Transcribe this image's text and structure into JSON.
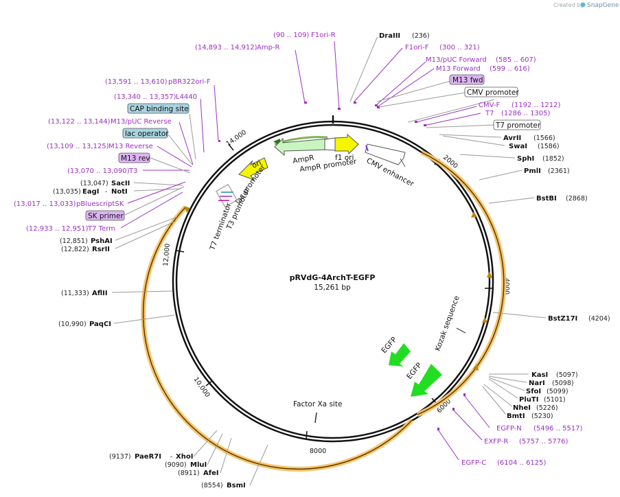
{
  "credit": "Created by",
  "brand": "SnapGene",
  "plasmid": {
    "name": "pRVdG-4ArchT-EGFP",
    "size": "15,261 bp"
  },
  "ticks": [
    "2000",
    "4000",
    "6000",
    "8000",
    "10,000",
    "12,000",
    "14,000"
  ],
  "enzymes_right": [
    {
      "name": "DraIII",
      "pos": "(236)"
    },
    {
      "name": "AvrII",
      "pos": "(1566)"
    },
    {
      "name": "SwaI",
      "pos": "(1586)"
    },
    {
      "name": "SphI",
      "pos": "(1852)"
    },
    {
      "name": "PmlI",
      "pos": "(2361)"
    },
    {
      "name": "BstBI",
      "pos": "(2868)"
    },
    {
      "name": "BstZ17I",
      "pos": "(4204)"
    },
    {
      "name": "KasI",
      "pos": "(5097)"
    },
    {
      "name": "NarI",
      "pos": "(5098)"
    },
    {
      "name": "SfoI",
      "pos": "(5099)"
    },
    {
      "name": "PluTI",
      "pos": "(5101)"
    },
    {
      "name": "NheI",
      "pos": "(5226)"
    },
    {
      "name": "BmtI",
      "pos": "(5230)"
    }
  ],
  "enzymes_left": [
    {
      "name": "SacII",
      "pos": "(13,047)"
    },
    {
      "name": "EagI",
      "sep": "-",
      "name2": "NotI",
      "pos": "(13,035)"
    },
    {
      "name": "PshAI",
      "pos": "(12,851)"
    },
    {
      "name": "RsrII",
      "pos": "(12,822)"
    },
    {
      "name": "AflII",
      "pos": "(11,333)"
    },
    {
      "name": "PaqCI",
      "pos": "(10,990)"
    },
    {
      "name": "PaeR7I",
      "sep": "-",
      "name2": "XhoI",
      "pos": "(9137)"
    },
    {
      "name": "MluI",
      "pos": "(9090)"
    },
    {
      "name": "AfeI",
      "pos": "(8911)"
    },
    {
      "name": "BsmI",
      "pos": "(8554)"
    }
  ],
  "primers_right": [
    {
      "name": "F1ori-R",
      "range": "(90 .. 109)"
    },
    {
      "name": "F1ori-F",
      "range": "(300 .. 321)"
    },
    {
      "name": "M13/pUC Forward",
      "range": "(585 .. 607)"
    },
    {
      "name": "M13 Forward",
      "range": "(599 .. 616)"
    },
    {
      "name": "CMV-F",
      "range": "(1192 .. 1212)"
    },
    {
      "name": "T7",
      "range": "(1286 .. 1305)"
    },
    {
      "name": "EGFP-N",
      "range": "(5496 .. 5517)"
    },
    {
      "name": "EXFP-R",
      "range": "(5757 .. 5776)"
    },
    {
      "name": "EGFP-C",
      "range": "(6104 .. 6125)"
    }
  ],
  "primers_left": [
    {
      "name": "Amp-R",
      "range": "(14,893 .. 14,912)"
    },
    {
      "name": "pBR322ori-F",
      "range": "(13,591 .. 13,610)"
    },
    {
      "name": "L4440",
      "range": "(13,340 .. 13,357)"
    },
    {
      "name": "M13/pUC Reverse",
      "range": "(13,122 .. 13,144)"
    },
    {
      "name": "M13 Reverse",
      "range": "(13,109 .. 13,125)"
    },
    {
      "name": "T3",
      "range": "(13,070 .. 13,090)"
    },
    {
      "name": "pBluescriptSK",
      "range": "(13,017 .. 13,033)"
    },
    {
      "name": "T7 Term",
      "range": "(12,933 .. 12,951)"
    }
  ],
  "boxed_labels": {
    "m13_fwd": "M13 fwd",
    "cmv_promoter": "CMV promoter",
    "t7_promoter": "T7 promoter",
    "cap_binding_site": "CAP binding site",
    "lac_operator": "lac operator",
    "m13_rev": "M13 rev",
    "sk_primer": "SK primer"
  },
  "features": {
    "ampr": "AmpR",
    "ampr_promoter": "AmpR promoter",
    "f1_ori": "f1 ori",
    "ori": "ori",
    "cmv_enhancer": "CMV enhancer",
    "lac_promoter": "lac promoter",
    "t3_promoter": "T3 promoter",
    "t7_terminator": "T7 terminator",
    "kozak": "Kozak sequence",
    "egfp1": "EGFP",
    "egfp2": "EGFP",
    "factor_xa": "Factor Xa site"
  },
  "colors": {
    "backbone": "#111111",
    "primer": "#9b2fc0",
    "orange": "#f7c36b",
    "ampr": "#c9f5c0",
    "ori": "#f5f500",
    "egfp": "#22dd22",
    "boxed_blue": "#a9d4e2",
    "boxed_purple": "#dcb4f2"
  }
}
